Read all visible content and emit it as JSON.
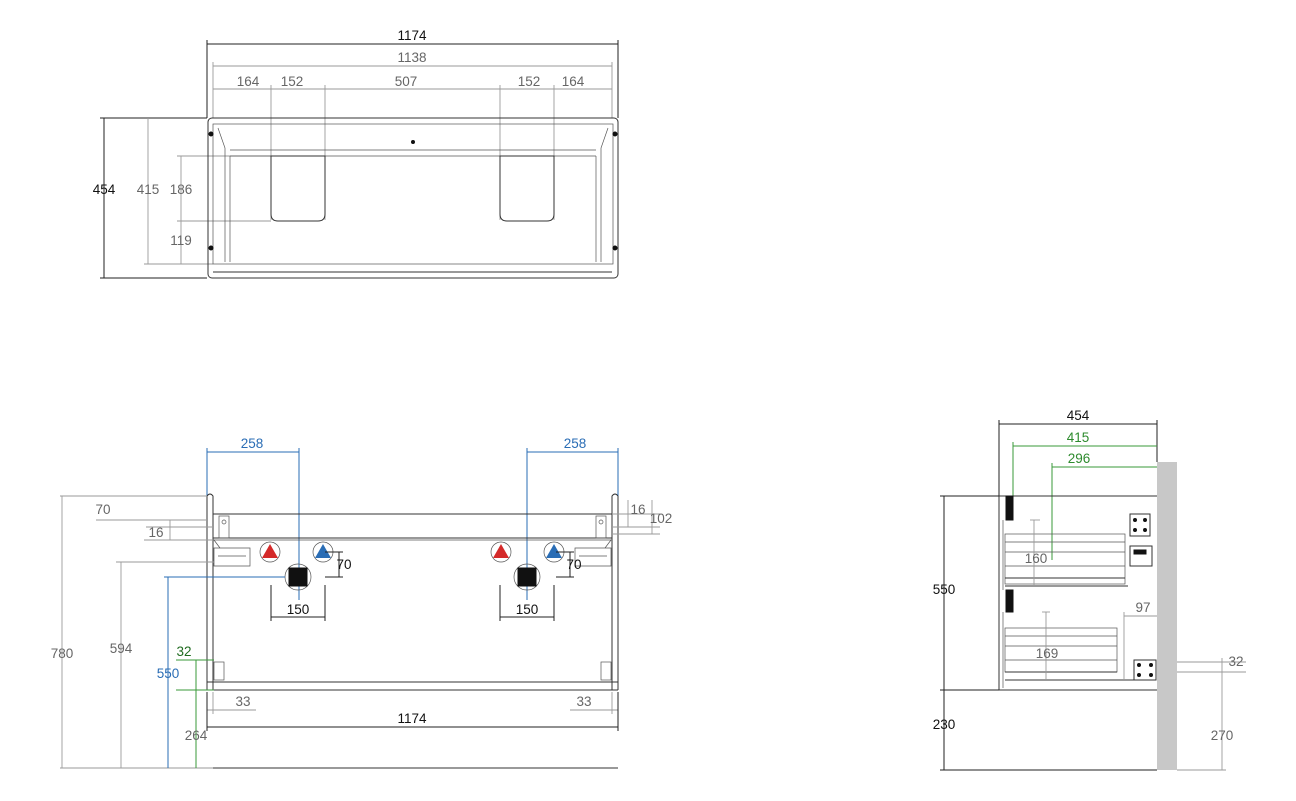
{
  "top_view": {
    "overall_width": "1174",
    "inner_width": "1138",
    "segments": [
      "164",
      "152",
      "507",
      "152",
      "164"
    ],
    "depth_outer": "454",
    "depth_inner": "415",
    "cutout_depth": "186",
    "cutout_offset": "119"
  },
  "front_view": {
    "left_offset": "258",
    "right_offset": "258",
    "top_rail": "70",
    "rail_thickness_left": "16",
    "rail_thickness_right": "16",
    "rail_height_right": "102",
    "bracket_height_left": "70",
    "bracket_height_right": "70",
    "drain_spacing_left": "150",
    "drain_spacing_right": "150",
    "total_height": "780",
    "height_to_rail": "594",
    "cabinet_height": "550",
    "foot_offset": "32",
    "floor_gap": "264",
    "side_inset_left": "33",
    "side_inset_right": "33",
    "overall_width": "1174"
  },
  "side_view": {
    "depth_outer": "454",
    "depth_inner": "415",
    "drawer_depth": "296",
    "drawer_front_upper": "160",
    "drawer_back_lower": "97",
    "drawer_front_lower": "169",
    "cabinet_height": "550",
    "mount_offset": "32",
    "floor_gap": "230",
    "mount_height": "270"
  },
  "colors": {
    "hot": "#d42a2a",
    "cold": "#2a6db5",
    "wall": "#c8c8c8",
    "green_dim": "#3a9a3a",
    "blue_dim": "#2a6db5"
  }
}
